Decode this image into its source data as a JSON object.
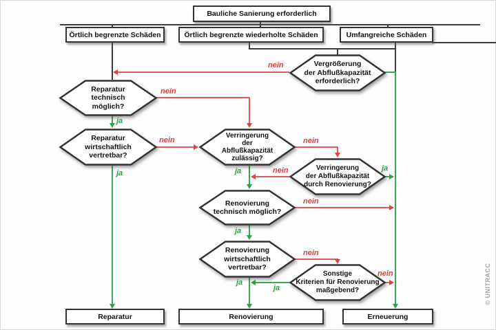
{
  "labels": {
    "ja": "ja",
    "nein": "nein"
  },
  "colors": {
    "yes_green": "#2da04a",
    "no_red": "#e03c3c",
    "line_gray": "#3c3c3c"
  },
  "nodes": {
    "start": "Bauliche Sanierung erforderlich",
    "branch_local": "Örtlich begrenzte Schäden",
    "branch_repeated": "Örtlich begrenzte wiederholte Schäden",
    "branch_extensive": "Umfangreiche Schäden",
    "capacity_increase": "Vergrößerung\nder Abflußkapazität\nerforderlich?",
    "repair_technical": "Reparatur\ntechnisch\nmöglich?",
    "repair_economic": "Reparatur\nwirtschaftlich\nvertretbar?",
    "capacity_reduction_allowed": "Verringerung\nder\nAbflußkapazität\nzulässig?",
    "capacity_reduction_by_renovation": "Verringerung\nder Abflußkapazität\ndurch Renovierung?",
    "renovation_technical": "Renovierung\ntechnisch möglich?",
    "renovation_economic": "Renovierung\nwirtschaftlich\nvertretbar?",
    "other_criteria": "Sonstige\nKriterien für Renovierung\nmaßgebend?",
    "result_repair": "Reparatur",
    "result_renovation": "Renovierung",
    "result_renewal": "Erneuerung"
  },
  "watermark": "© UNITRACC"
}
